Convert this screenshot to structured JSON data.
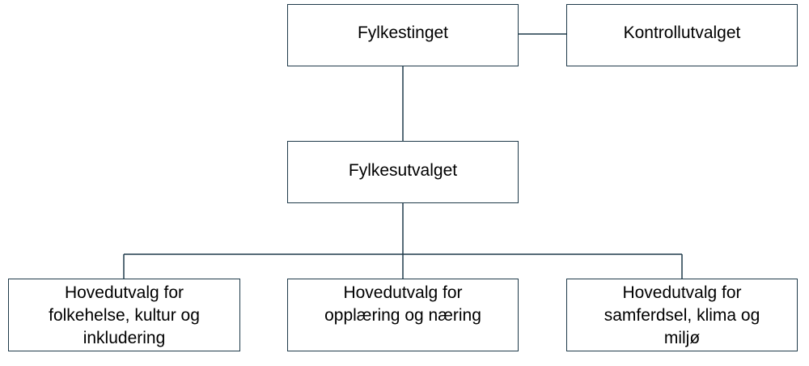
{
  "diagram": {
    "nodes": {
      "fylkestinget": "Fylkestinget",
      "kontrollutvalget": "Kontrollutvalget",
      "fylkesutvalget": "Fylkesutvalget",
      "folkehelse": "Hovedutvalg for\nfolkehelse, kultur og\ninkludering",
      "opplaering": "Hovedutvalg for\nopplæring og næring",
      "samferdsel": "Hovedutvalg for\nsamferdsel, klima og\nmiljø"
    },
    "edges": [
      [
        "fylkestinget",
        "kontrollutvalget"
      ],
      [
        "fylkestinget",
        "fylkesutvalget"
      ],
      [
        "fylkesutvalget",
        "folkehelse"
      ],
      [
        "fylkesutvalget",
        "opplaering"
      ],
      [
        "fylkesutvalget",
        "samferdsel"
      ]
    ],
    "colors": {
      "border": "#1f3a4a",
      "connector": "#1f3a4a"
    }
  }
}
